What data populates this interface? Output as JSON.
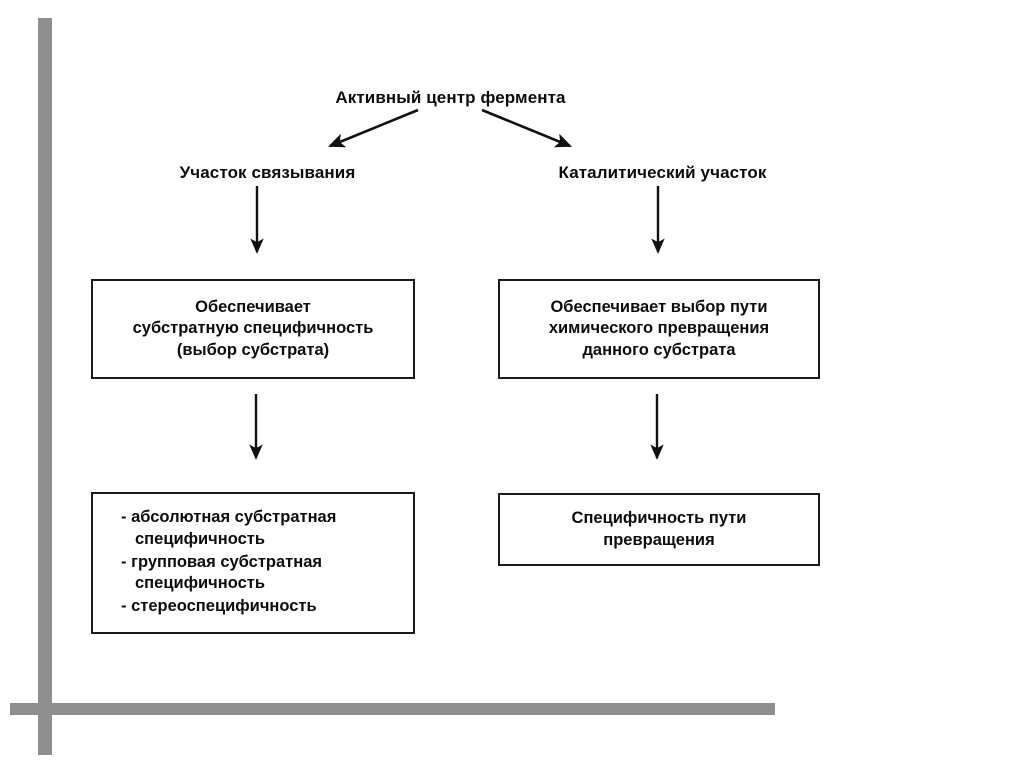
{
  "page": {
    "title": "Активный центр фермента",
    "language": "ru",
    "background_color": "#ffffff",
    "text_color": "#0d0d0d",
    "line_color": "#1a1a1a",
    "frame_color": "#8f8f8f"
  },
  "diagram": {
    "type": "hierarchical-flowchart",
    "root": {
      "label": "Активный центр фермента"
    },
    "branches": [
      {
        "id": "binding",
        "label": "Участок связывания",
        "function_box": "Обеспечивает\nсубстратную специфичность\n(выбор субстрата)",
        "result_box_items": [
          "- абсолютная субстратная специфичность",
          "- групповая субстратная специфичность",
          "- стереоспецифичность"
        ]
      },
      {
        "id": "catalytic",
        "label": "Каталитический участок",
        "function_box": "Обеспечивает выбор пути\nхимического превращения\nданного субстрата",
        "result_box": "Специфичность пути\nпревращения"
      }
    ],
    "connectors": [
      {
        "id": "root-to-binding",
        "kind": "diagonal-arrow",
        "direction": "down-left"
      },
      {
        "id": "root-to-catalytic",
        "kind": "diagonal-arrow",
        "direction": "down-right"
      },
      {
        "id": "binding-to-function",
        "kind": "vertical-arrow",
        "direction": "down"
      },
      {
        "id": "catalytic-to-function",
        "kind": "vertical-arrow",
        "direction": "down"
      },
      {
        "id": "binding-function-to-result",
        "kind": "vertical-arrow",
        "direction": "down"
      },
      {
        "id": "catalytic-function-to-result",
        "kind": "vertical-arrow",
        "direction": "down"
      }
    ]
  },
  "frame": {
    "vertical_bar": "decorative-vertical-rule",
    "horizontal_bar": "decorative-horizontal-rule"
  }
}
